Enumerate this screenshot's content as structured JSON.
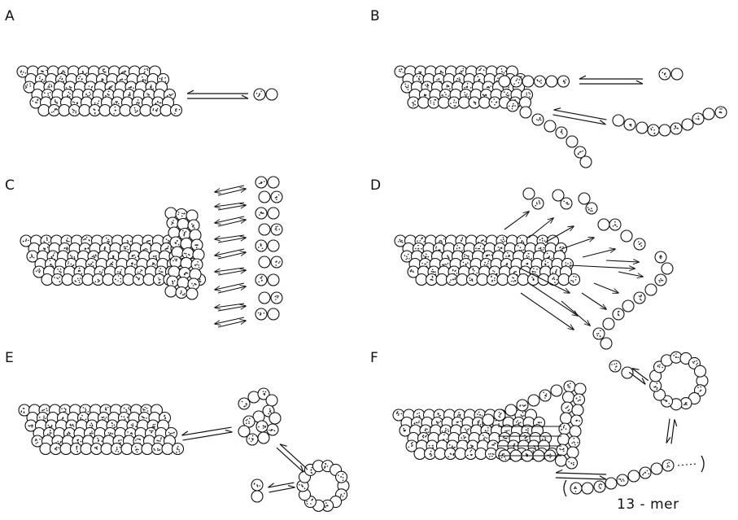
{
  "panels": [
    {
      "id": "A",
      "label": "A"
    },
    {
      "id": "B",
      "label": "B"
    },
    {
      "id": "C",
      "label": "C"
    },
    {
      "id": "D",
      "label": "D"
    },
    {
      "id": "E",
      "label": "E"
    },
    {
      "id": "F",
      "label": "F"
    }
  ],
  "captions": {
    "thirteen_mer": "13 - mer"
  },
  "colors": {
    "stroke": "#111111",
    "fill": "#ffffff",
    "dot": "#222222"
  }
}
